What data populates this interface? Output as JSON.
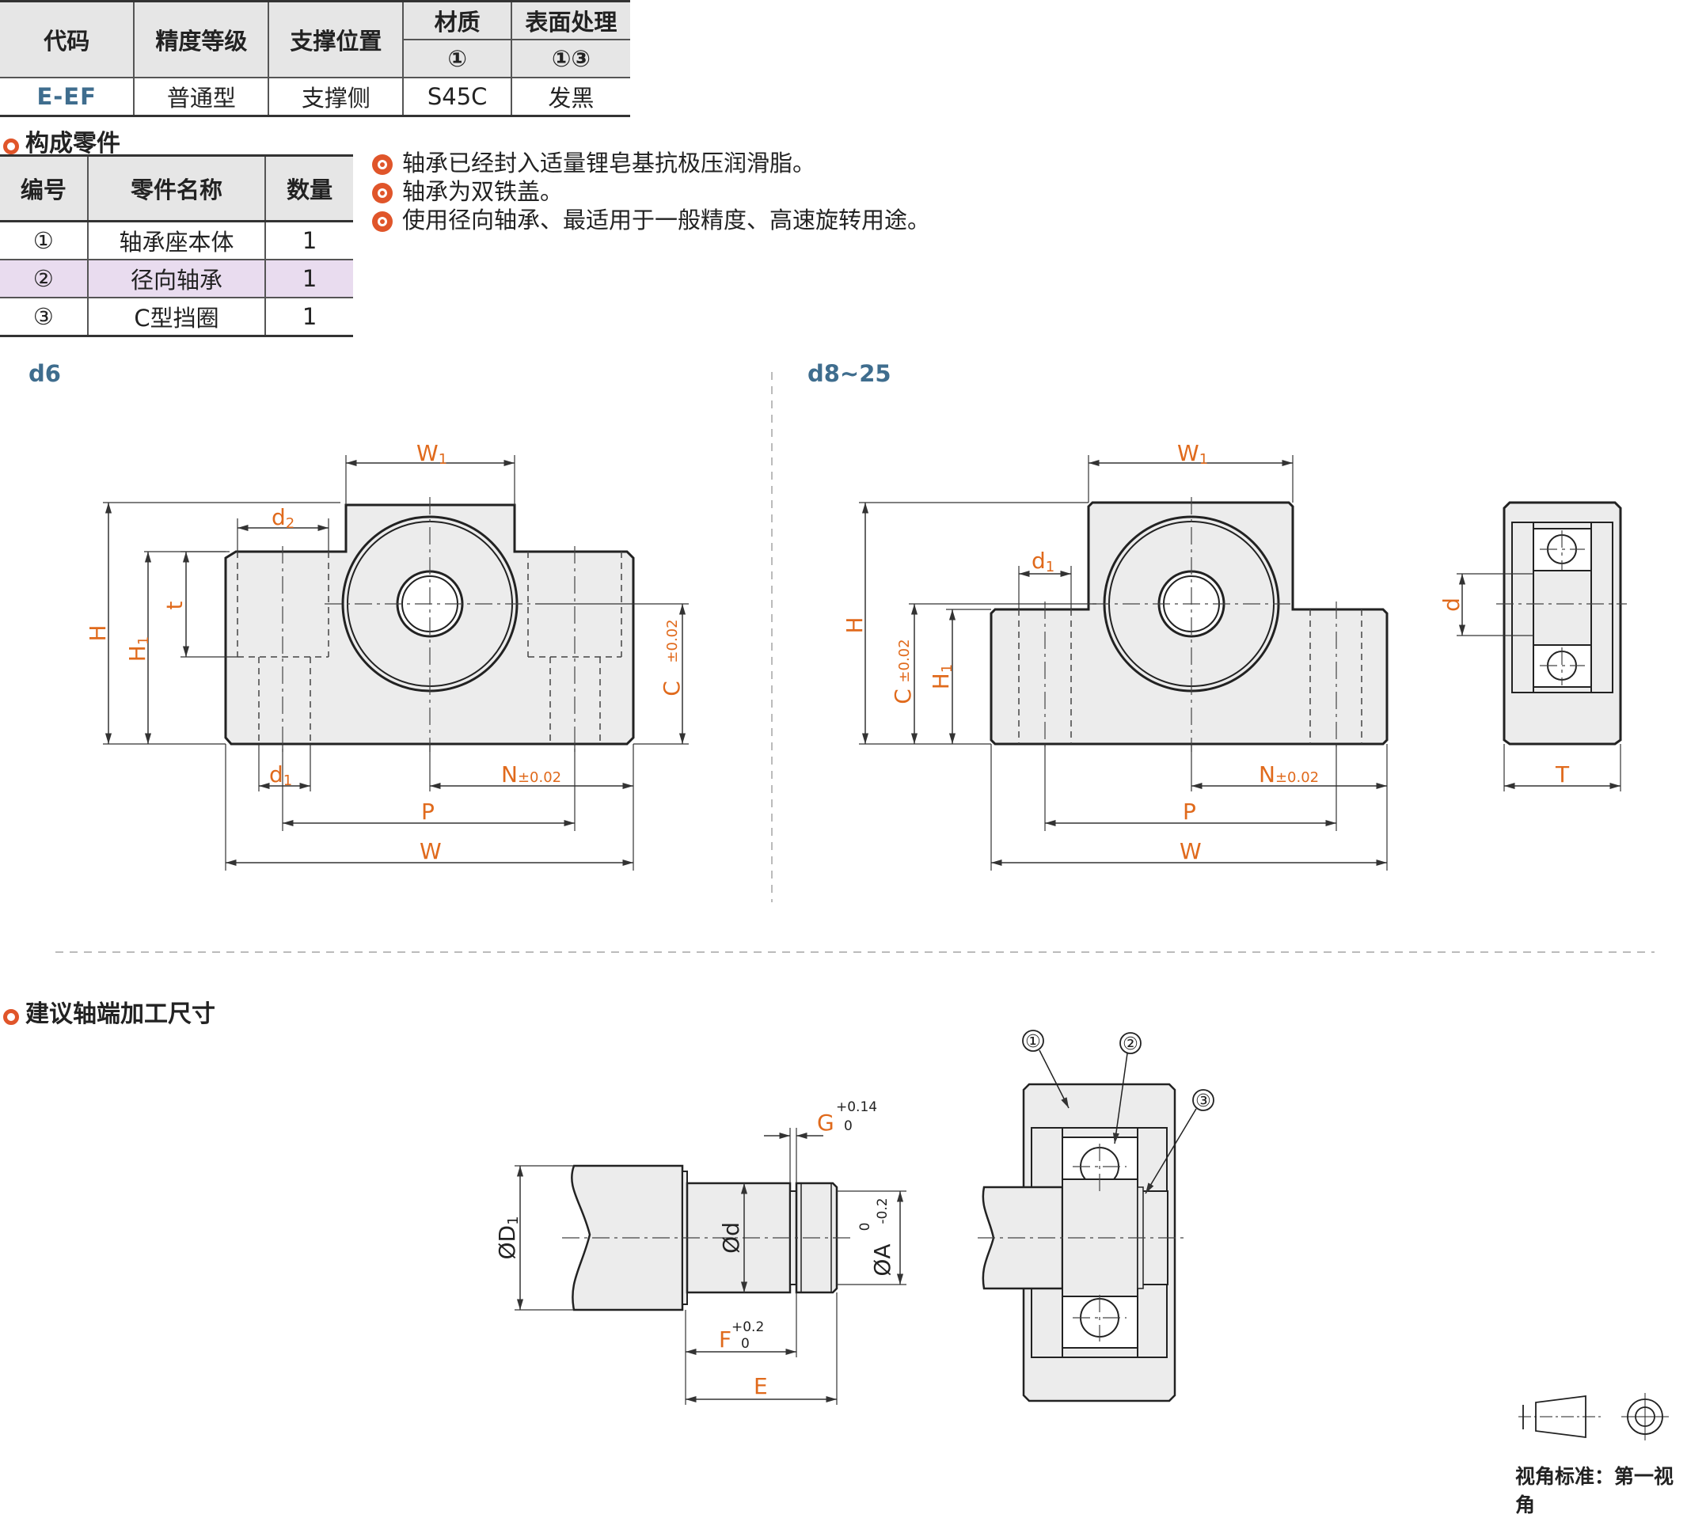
{
  "spec_table": {
    "headers": {
      "code": "代码",
      "precision": "精度等级",
      "support": "支撑位置",
      "material": "材质",
      "material_sub": "①",
      "surface": "表面处理",
      "surface_sub": "①③"
    },
    "row": {
      "code": "E-EF",
      "precision": "普通型",
      "support": "支撑侧",
      "material": "S45C",
      "surface": "发黑"
    }
  },
  "parts_section": {
    "title": "构成零件",
    "headers": {
      "no": "编号",
      "name": "零件名称",
      "qty": "数量"
    },
    "rows": [
      {
        "no": "①",
        "name": "轴承座本体",
        "qty": "1"
      },
      {
        "no": "②",
        "name": "径向轴承",
        "qty": "1"
      },
      {
        "no": "③",
        "name": "C型挡圈",
        "qty": "1"
      }
    ]
  },
  "notes": [
    "轴承已经封入适量锂皂基抗极压润滑脂。",
    "轴承为双铁盖。",
    "使用径向轴承、最适用于一般精度、高速旋转用途。"
  ],
  "views": {
    "left_label": "d6",
    "right_label": "d8~25"
  },
  "dims": {
    "W1": "W",
    "sub1": "1",
    "d2": "d",
    "sub2": "2",
    "H": "H",
    "H1": "H",
    "t": "t",
    "C": "C",
    "tol": "±0.02",
    "N": "N",
    "P": "P",
    "W": "W",
    "d": "d",
    "T": "T",
    "dia": "Ø",
    "D1": "D",
    "A": "A",
    "A_upper": "0",
    "A_lower": "-0.2",
    "G": "G",
    "G_upper": "+0.14",
    "G_lower": "0",
    "F": "F",
    "F_upper": "+0.2",
    "F_lower": "0",
    "E": "E",
    "callout1": "①",
    "callout2": "②",
    "callout3": "③"
  },
  "shaft_section": {
    "title": "建议轴端加工尺寸"
  },
  "footer": {
    "projection": "视角标准：第一视角"
  },
  "colors": {
    "accent": "#e0552a",
    "dimension": "#e06a1c",
    "code": "#3f6d8e",
    "highlight": "#e9dcef"
  }
}
